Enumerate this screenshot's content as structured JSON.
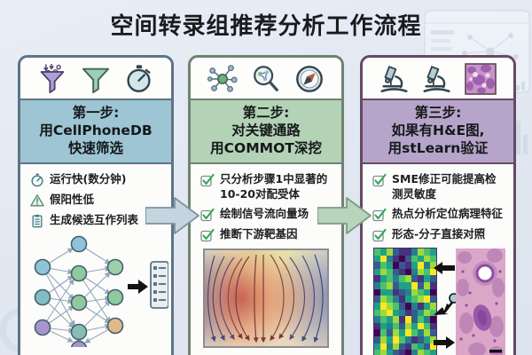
{
  "title": "空间转录组推荐分析工作流程",
  "steps": [
    {
      "header_lines": [
        "第一步:",
        "用CellPhoneDB",
        "快速筛选"
      ],
      "top_icons": [
        "funnel-import-icon",
        "funnel-icon",
        "stopwatch-icon"
      ],
      "checklist": [
        {
          "icon": "stopwatch-icon",
          "text": "运行快(数分钟)"
        },
        {
          "icon": "warning-icon",
          "text": "假阳性低"
        },
        {
          "icon": "clipboard-icon",
          "text": "生成候选互作列表"
        }
      ],
      "figure": "interaction-network-to-candidate-list",
      "theme": {
        "border": "#5e7486",
        "header_bg": "#9dc5d3"
      }
    },
    {
      "header_lines": [
        "第二步:",
        "对关键通路",
        "用COMMOT深挖"
      ],
      "top_icons": [
        "network-icon",
        "magnifier-molecule-icon",
        "compass-icon"
      ],
      "checklist": [
        {
          "icon": "checkbox-icon",
          "text": "只分析步骤1中显著的10-20对配受体"
        },
        {
          "icon": "checkbox-icon",
          "text": "绘制信号流向量场"
        },
        {
          "icon": "checkbox-icon",
          "text": "推断下游靶基因"
        }
      ],
      "figure": "signal-flow-vector-field",
      "theme": {
        "border": "#6f8370",
        "header_bg": "#b3d2b6"
      }
    },
    {
      "header_lines": [
        "第三步:",
        "如果有H&E图,",
        "用stLearn验证"
      ],
      "top_icons": [
        "microscope-icon",
        "microscope-icon",
        "histology-thumbnail"
      ],
      "checklist": [
        {
          "icon": "checkbox-icon",
          "text": "SME修正可能提高检测灵敏度"
        },
        {
          "icon": "checkbox-icon",
          "text": "热点分析定位病理特征"
        },
        {
          "icon": "checkbox-icon",
          "text": "形态-分子直接对照"
        }
      ],
      "figure": "heatmap-vs-histology-comparison",
      "theme": {
        "border": "#664a63",
        "header_bg": "#b6a4cb"
      }
    }
  ],
  "flow_arrows": [
    {
      "name": "step1-to-step2",
      "color": "#c5d4de",
      "stroke": "#7e93a1"
    },
    {
      "name": "step2-to-step3",
      "color": "#b9d4bc",
      "stroke": "#7f9a82"
    }
  ],
  "figures": {
    "heatmap": {
      "palette": [
        "#440154",
        "#46327e",
        "#365c8d",
        "#277f8e",
        "#1fa187",
        "#4ac16d",
        "#9fda3a",
        "#fde725"
      ],
      "rows": [
        "5462113654",
        "4731025465",
        "2540214736",
        "4652103657",
        "1453562142",
        "3562447261",
        "0441236540",
        "2653145672",
        "4765203146",
        "5674312465",
        "3546172530",
        "1435264751",
        "0526475362",
        "2647531246",
        "4736215427",
        "5642103654"
      ]
    }
  }
}
